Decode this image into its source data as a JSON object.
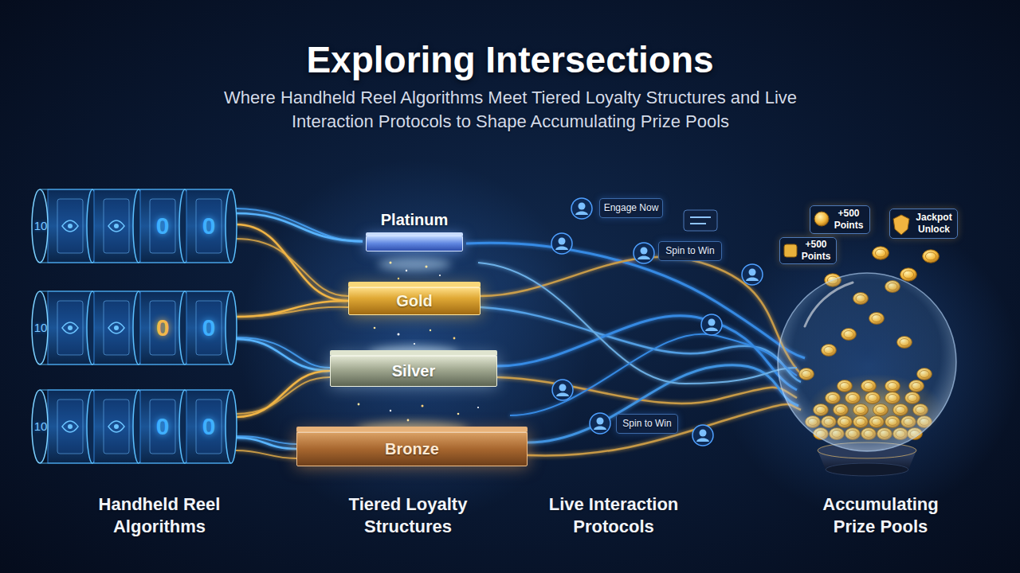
{
  "diagram": {
    "title": "Exploring Intersections",
    "nodes": [
      {
        "text": [
          "10",
          "0",
          "0"
        ]
      },
      {
        "text": [
          "10",
          "0",
          "0"
        ]
      },
      {
        "text": [
          "10",
          "0",
          "0"
        ]
      },
      {
        "text": [
          "Platinum"
        ]
      },
      {
        "text": [
          "Gold"
        ]
      },
      {
        "text": [
          "Silver"
        ]
      },
      {
        "text": [
          "Bronze"
        ]
      },
      {
        "text": [
          "Engage Now"
        ]
      },
      {
        "text": [
          "+500 Points"
        ]
      },
      {
        "text": [
          "Jackpot Unlock"
        ]
      },
      {
        "text": [
          "Spin to Win"
        ]
      },
      {
        "text": [
          "+500 Points"
        ]
      },
      {
        "text": [
          "Spin to Win"
        ]
      }
    ],
    "edges": [
      {
        "from": 0,
        "to": 3,
        "arrow": "none"
      },
      {
        "from": 0,
        "to": 4,
        "arrow": "none"
      },
      {
        "from": 1,
        "to": 4,
        "arrow": "none"
      },
      {
        "from": 1,
        "to": 5,
        "arrow": "none"
      },
      {
        "from": 2,
        "to": 5,
        "arrow": "none"
      },
      {
        "from": 2,
        "to": 6,
        "arrow": "none"
      }
    ],
    "labels": [
      "Where Handheld Reel Algorithms Meet Tiered Loyalty Structures and Live Interaction Protocols to Shape Accumulating Prize Pools",
      "Handheld Reel Algorithms",
      "Tiered Loyalty Structures",
      "Live Interaction Protocols",
      "Accumulating Prize Pools"
    ]
  }
}
